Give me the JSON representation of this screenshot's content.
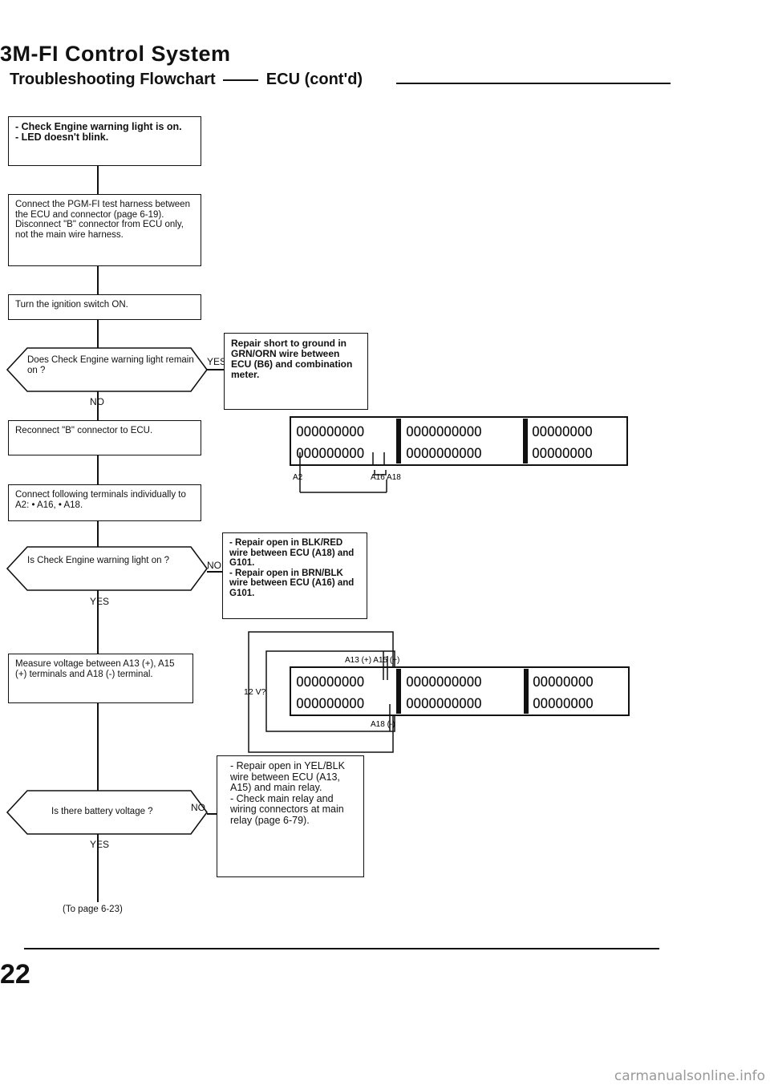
{
  "header": {
    "title": "3M-FI Control System",
    "subtitle": "Troubleshooting Flowchart",
    "subtitle_suffix": "ECU (cont'd)"
  },
  "flow": {
    "step1": "- Check Engine warning light is on.\n- LED doesn't blink.",
    "step2": "Connect the PGM-FI test harness between the ECU and connector (page 6-19). Disconnect \"B\" connector from ECU only, not the main wire harness.",
    "step3": "Turn the ignition switch ON.",
    "decision1": "Does Check Engine warning light remain on ?",
    "decision1_yes": "YES",
    "decision1_no": "NO",
    "repair1": "Repair short to ground in GRN/ORN wire between ECU (B6) and combination meter.",
    "step4": "Reconnect \"B\" connector to ECU.",
    "step5": "Connect following terminals individually to A2: • A16, • A18.",
    "decision2": "Is Check Engine warning light on ?",
    "decision2_no": "NO",
    "decision2_yes": "YES",
    "repair2": "- Repair open in BLK/RED wire between ECU (A18) and G101.\n- Repair open in BRN/BLK wire between ECU (A16) and G101.",
    "step6": "Measure voltage between A13 (+), A15 (+) terminals and A18 (-) terminal.",
    "decision3": "Is there battery voltage ?",
    "decision3_no": "NO",
    "decision3_yes": "YES",
    "repair3": "- Repair open in YEL/BLK wire between ECU (A13, A15) and main relay.\n- Check main relay and wiring connectors at main relay (page 6-79).",
    "footer_ref": "(To page 6-23)"
  },
  "connector1": {
    "row_a": [
      "OOOOOOOOO",
      "OOOOOOOOOO",
      "OOOOOOOO"
    ],
    "row_b": [
      "OOOOOOOOO",
      "OOOOOOOOOO",
      "OOOOOOOO"
    ],
    "label_a2": "A2",
    "label_a16_a18": "A16 A18"
  },
  "connector2": {
    "row_a": [
      "OOOOOOOOO",
      "OOOOOOOOOO",
      "OOOOOOOO"
    ],
    "row_b": [
      "OOOOOOOOO",
      "OOOOOOOOOO",
      "OOOOOOOO"
    ],
    "label_top": "A13 (+) A15 (+)",
    "label_voltage": "12 V?",
    "label_bottom": "A18 (-)"
  },
  "page_number": "22",
  "watermark": "carmanualsonline.info"
}
